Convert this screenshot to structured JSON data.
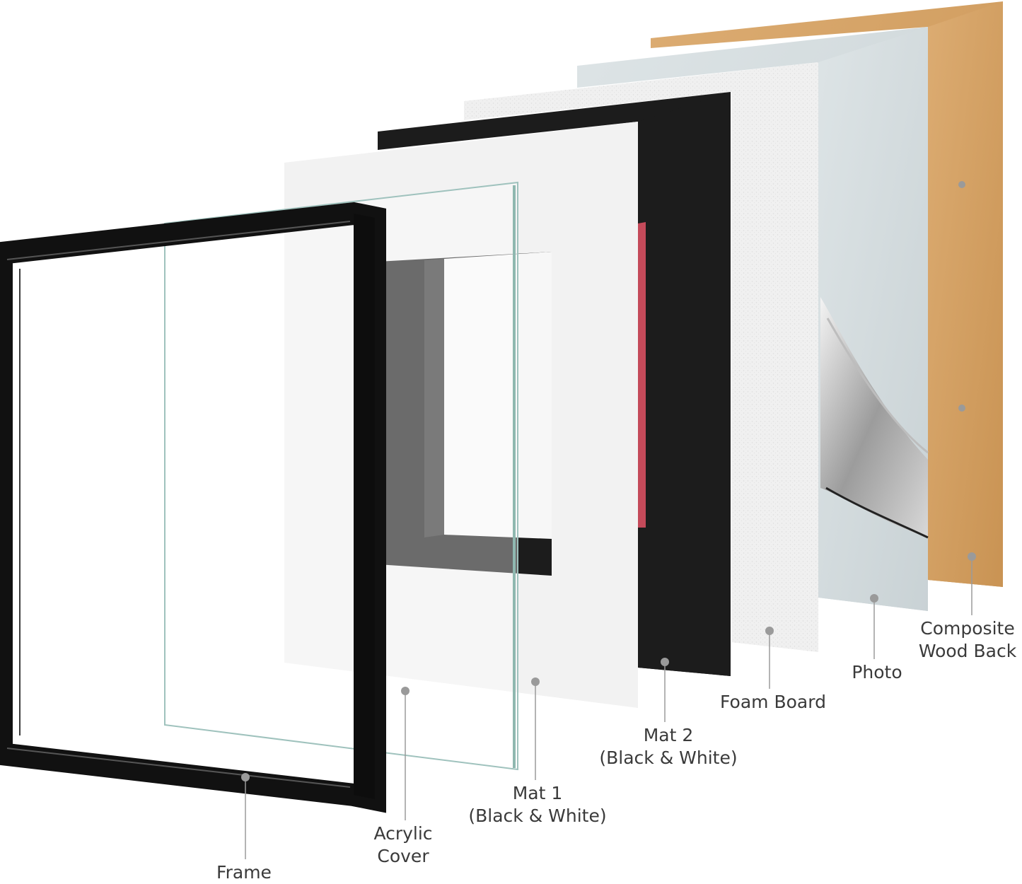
{
  "diagram": {
    "layers": [
      {
        "id": "frame",
        "lines": [
          "Frame"
        ],
        "colour": "#111111"
      },
      {
        "id": "acrylic",
        "lines": [
          "Acrylic",
          "Cover"
        ],
        "colour": "#dcece9"
      },
      {
        "id": "mat1",
        "lines": [
          "Mat 1",
          "(Black & White)"
        ],
        "colour": "#f2f2f2"
      },
      {
        "id": "mat2",
        "lines": [
          "Mat 2",
          "(Black & White)"
        ],
        "colour": "#1c1c1c"
      },
      {
        "id": "foam",
        "lines": [
          "Foam Board"
        ],
        "colour": "#eeeeee"
      },
      {
        "id": "photo",
        "lines": [
          "Photo"
        ],
        "colour": "#d2dadc"
      },
      {
        "id": "back",
        "lines": [
          "Composite",
          "Wood Back"
        ],
        "colour": "#d8a468"
      }
    ],
    "leader_colour": "#9a9a9a",
    "label_colour": "#3a3a3a"
  }
}
